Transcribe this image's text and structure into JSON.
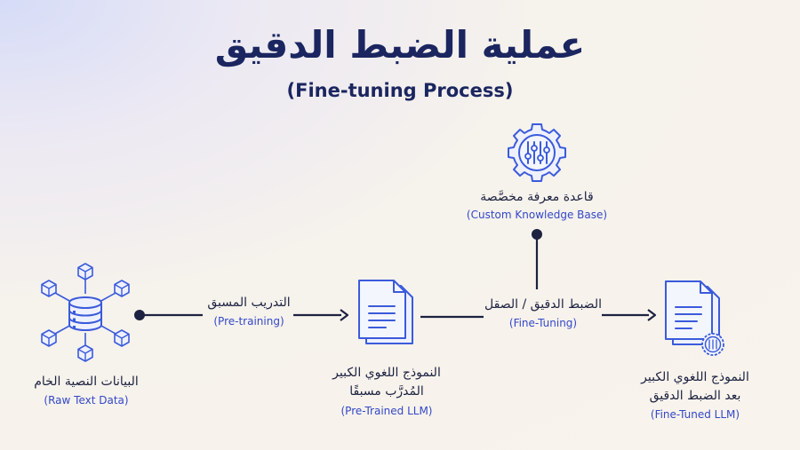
{
  "title": {
    "arabic": "عملية الضبط الدقيق",
    "english": "(Fine-tuning Process)"
  },
  "nodes": {
    "raw_data": {
      "arabic": "البيانات النصية الخام",
      "english": "(Raw Text Data)"
    },
    "pretrained": {
      "arabic_line1": "النموذج اللغوي الكبير",
      "arabic_line2": "المُدرَّب مسبقًا",
      "english": "(Pre-Trained LLM)"
    },
    "knowledge": {
      "arabic": "قاعدة معرفة مخصَّصة",
      "english": "(Custom Knowledge Base)"
    },
    "finetuned": {
      "arabic_line1": "النموذج اللغوي الكبير",
      "arabic_line2": "بعد الضبط الدقيق",
      "english": "(Fine-Tuned LLM)"
    }
  },
  "edges": {
    "pretraining": {
      "arabic": "التدريب المسبق",
      "english": "(Pre-training)"
    },
    "finetuning": {
      "arabic": "الضبط الدقيق / الصقل",
      "english": "(Fine-Tuning)"
    }
  },
  "icons": {
    "raw_data": "database-network-icon",
    "pretrained": "document-icon",
    "knowledge": "gear-sliders-icon",
    "finetuned": "document-gear-icon"
  },
  "colors": {
    "accent": "#3b5bdb",
    "dark": "#1c2240",
    "title": "#1b2660",
    "label_en": "#3348c8"
  }
}
